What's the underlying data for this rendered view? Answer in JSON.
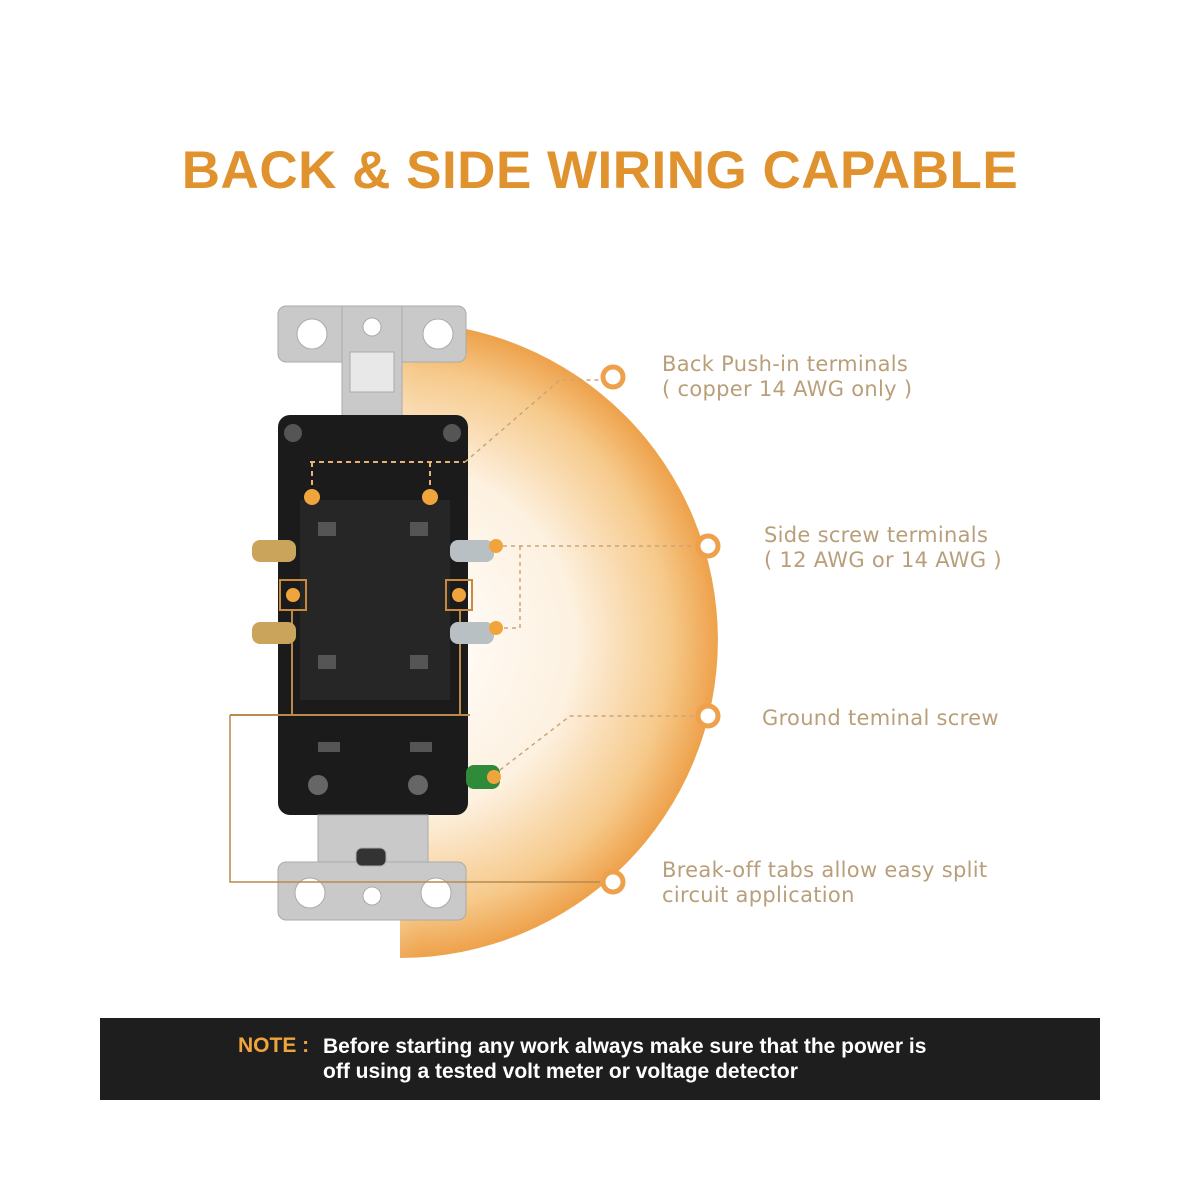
{
  "title": "BACK & SIDE WIRING CAPABLE",
  "callouts": [
    {
      "line1": "Back Push-in terminals",
      "line2": "( copper 14 AWG only )"
    },
    {
      "line1": "Side screw terminals",
      "line2": "( 12 AWG or 14 AWG )"
    },
    {
      "line1": "Ground teminal screw"
    },
    {
      "line1": "Break-off tabs allow easy split",
      "line2": "circuit application"
    }
  ],
  "note": {
    "key": "NOTE :",
    "line1": "Before starting any work always make sure that the power is",
    "line2": "off using a tested volt meter or voltage detector"
  },
  "colors": {
    "accent": "#e0922e",
    "note_bg": "#1e1e1e",
    "label": "#b89f7a"
  }
}
